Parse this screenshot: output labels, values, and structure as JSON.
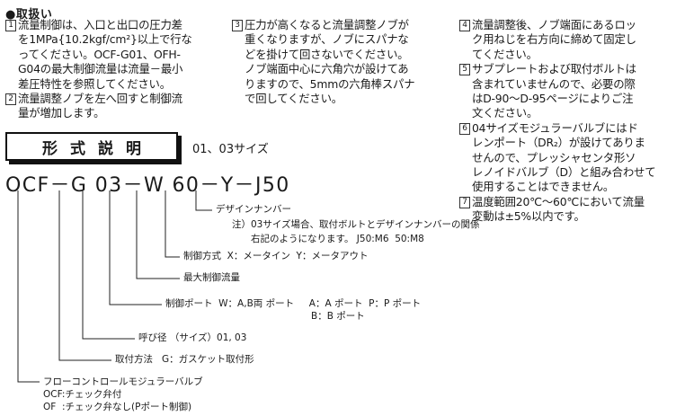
{
  "heading": "●取扱い",
  "notes": [
    {
      "num": "1",
      "text": "流量制御は、入口と出口の圧力差\nを1MPa{10.2kgf/cm²}以上で行な\nってください。OCF-G01、OFH-\nG04の最大制御流量は流量－最小\n差圧特性を参照してください。"
    },
    {
      "num": "2",
      "text": "流量調整ノブを左へ回すと制御流\n量が増加します。"
    },
    {
      "num": "3",
      "text": "圧力が高くなると流量調整ノブが\n重くなりますが、ノブにスパナな\nどを掛けて回さないでください。\nノブ端面中心に六角穴が設けてあ\nりますので、5mmの六角棒スパナ\nで回してください。"
    },
    {
      "num": "4",
      "text": "流量調整後、ノブ端面にあるロッ\nク用ねじを右方向に締めて固定し\nてください。"
    },
    {
      "num": "5",
      "text": "サブプレートおよび取付ボルトは\n含まれていませんので、必要の際\nはD-90～D-95ページによりご注\n文ください。"
    },
    {
      "num": "6",
      "text": "04サイズモジュラーバルブにはド\nレンポート（DR₂）が設けてありま\nせんので、プレッシャセンタ形ソ\nレノイドバルブ（D）と組み合わせて\n使用することはできません。"
    },
    {
      "num": "7",
      "text": "温度範囲20℃～60℃において流量\n変動は±5%以内です。"
    }
  ],
  "section_title": "形式説明",
  "section_sub": "01、03サイズ",
  "model_code": "OCF－G 03－W 60－Y－J50",
  "labels": {
    "design": "デザインナンバー",
    "design_note": "注）03サイズ場合、取付ボルトとデザインナンバーの関係\n　　右記のようになります。 J50:M6  50:M8",
    "control": "制御方式  X：メータイン  Y：メータアウト",
    "max_flow": "最大制御流量",
    "port": "制御ポート  W：A,B両 ポート     A：A ポート  P：P ポート",
    "port2": "B：B ポート",
    "size": "呼び径 （サイズ）01, 03",
    "mount": "取付方法   G：ガスケット取付形",
    "valve": "フローコントロールモジュラーバルブ\nOCF:チェック弁付\nOF  :チェック弁なし(Pポート制御)"
  }
}
